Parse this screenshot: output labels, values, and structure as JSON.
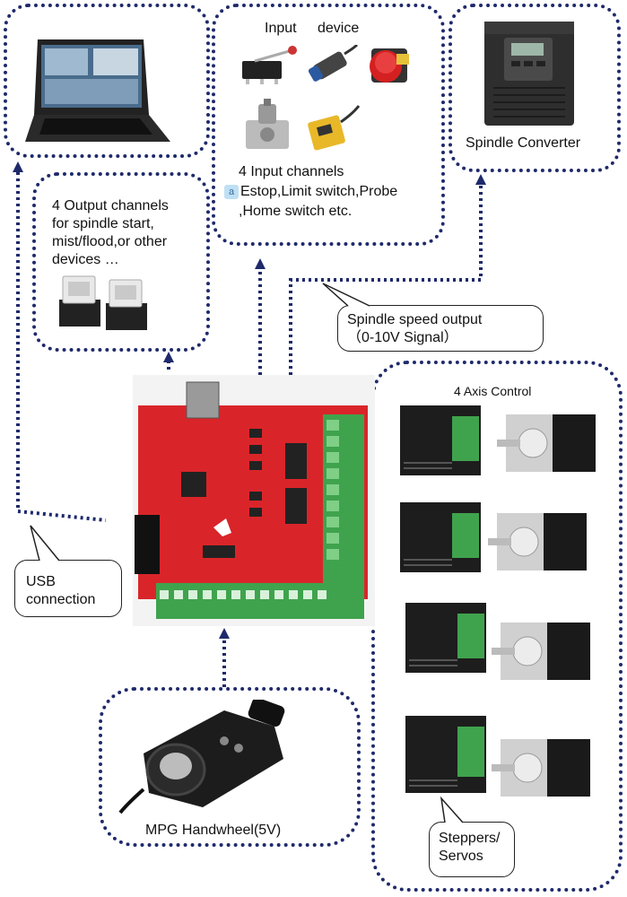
{
  "input_device": {
    "title_word1": "Input",
    "title_word2": "device",
    "channels_line1": "4 Input channels",
    "channels_line2": "Estop,Limit switch,Probe",
    "channels_line3": ",Home switch etc."
  },
  "spindle_converter": {
    "label": "Spindle Converter"
  },
  "output_channels": {
    "line1": "4 Output channels",
    "line2": "for spindle start,",
    "line3": "mist/flood,or other",
    "line4": "devices …"
  },
  "spindle_speed": {
    "line1": "Spindle speed output",
    "line2": "（0-10V Signal）"
  },
  "axis_control": {
    "title": "4 Axis Control"
  },
  "usb": {
    "line1": "USB",
    "line2": "connection"
  },
  "mpg": {
    "label": "MPG Handwheel(5V)"
  },
  "steppers": {
    "line1": "Steppers/",
    "line2": "Servos"
  },
  "colors": {
    "dotted_line": "#1f2a6b",
    "board_red": "#d9252a",
    "terminal_green": "#3fa34d"
  }
}
